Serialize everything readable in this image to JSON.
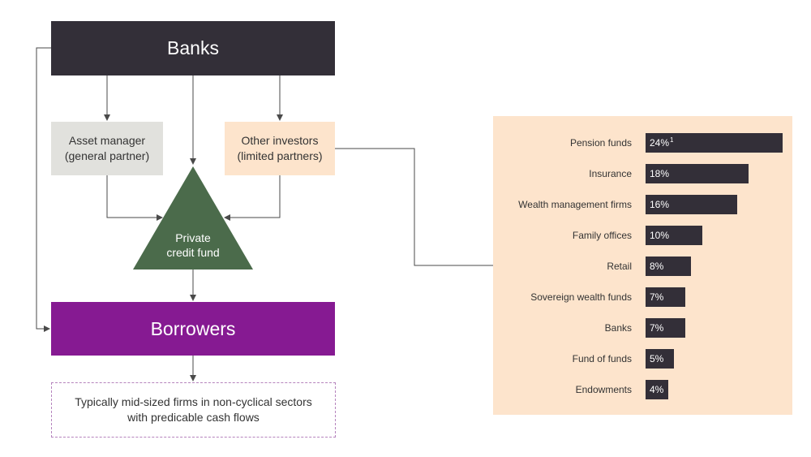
{
  "flow": {
    "banks": "Banks",
    "asset_manager": [
      "Asset manager",
      "(general partner)"
    ],
    "other_investors": [
      "Other investors",
      "(limited partners)"
    ],
    "fund": [
      "Private",
      "credit fund"
    ],
    "borrowers": "Borrowers",
    "note": [
      "Typically mid-sized firms in non-cyclical sectors",
      "with predicable cash flows"
    ]
  },
  "colors": {
    "dark": "#332f38",
    "gray_box": "#e1e1dd",
    "peach": "#fde4cc",
    "green_triangle": "#4b6b4b",
    "purple": "#861a92",
    "dashed_border": "#b583bd",
    "line": "#4a4a4a"
  },
  "chart_data": {
    "type": "bar",
    "orientation": "horizontal",
    "categories": [
      "Pension funds",
      "Insurance",
      "Wealth management firms",
      "Family offices",
      "Retail",
      "Sovereign wealth funds",
      "Banks",
      "Fund of funds",
      "Endowments"
    ],
    "values": [
      24,
      18,
      16,
      10,
      8,
      7,
      7,
      5,
      4
    ],
    "value_labels": [
      "24%",
      "18%",
      "16%",
      "10%",
      "8%",
      "7%",
      "7%",
      "5%",
      "4%"
    ],
    "footnotes": [
      "1",
      "",
      "",
      "",
      "",
      "",
      "",
      "",
      ""
    ],
    "xlim": [
      0,
      24
    ],
    "grid": false
  }
}
